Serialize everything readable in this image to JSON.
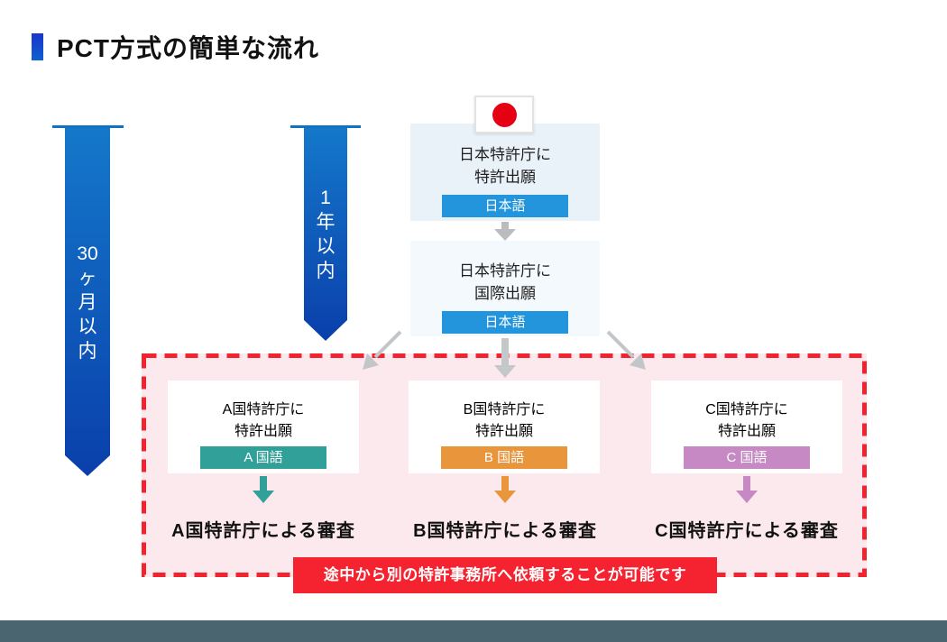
{
  "title": "PCT方式の簡単な流れ",
  "icons": {
    "title_marker": "blue-bar-icon",
    "flag": "japan-flag-icon"
  },
  "colors": {
    "timeline_blue_top": "#1478ca",
    "timeline_blue_bottom": "#0a3fab",
    "label_blue": "#2295dd",
    "country_a": "#31a099",
    "country_b": "#e9953c",
    "country_c": "#c689c4",
    "panel_pink": "#fce9ed",
    "panel_border_red": "#f2232e",
    "banner_red": "#f4232f",
    "gray_arrow": "#c2c6c9",
    "bottom_band": "#4b6570"
  },
  "timeline": {
    "left": {
      "label": "30ヶ月以内",
      "chars": [
        "30",
        "ヶ",
        "月",
        "以",
        "内"
      ]
    },
    "right": {
      "label": "1年以内",
      "chars": [
        "1",
        "年",
        "以",
        "内"
      ]
    }
  },
  "flow": {
    "box1": {
      "line1": "日本特許庁に",
      "line2": "特許出願",
      "lang": "日本語"
    },
    "box2": {
      "line1": "日本特許庁に",
      "line2": "国際出願",
      "lang": "日本語"
    },
    "countries": [
      {
        "line1": "A国特許庁に",
        "line2": "特許出願",
        "lang": "A 国語",
        "exam": "A国特許庁による審査",
        "color": "#31a099"
      },
      {
        "line1": "B国特許庁に",
        "line2": "特許出願",
        "lang": "B 国語",
        "exam": "B国特許庁による審査",
        "color": "#e9953c"
      },
      {
        "line1": "C国特許庁に",
        "line2": "特許出願",
        "lang": "C 国語",
        "exam": "C国特許庁による審査",
        "color": "#c689c4"
      }
    ],
    "banner": "途中から別の特許事務所へ依頼することが可能です"
  }
}
